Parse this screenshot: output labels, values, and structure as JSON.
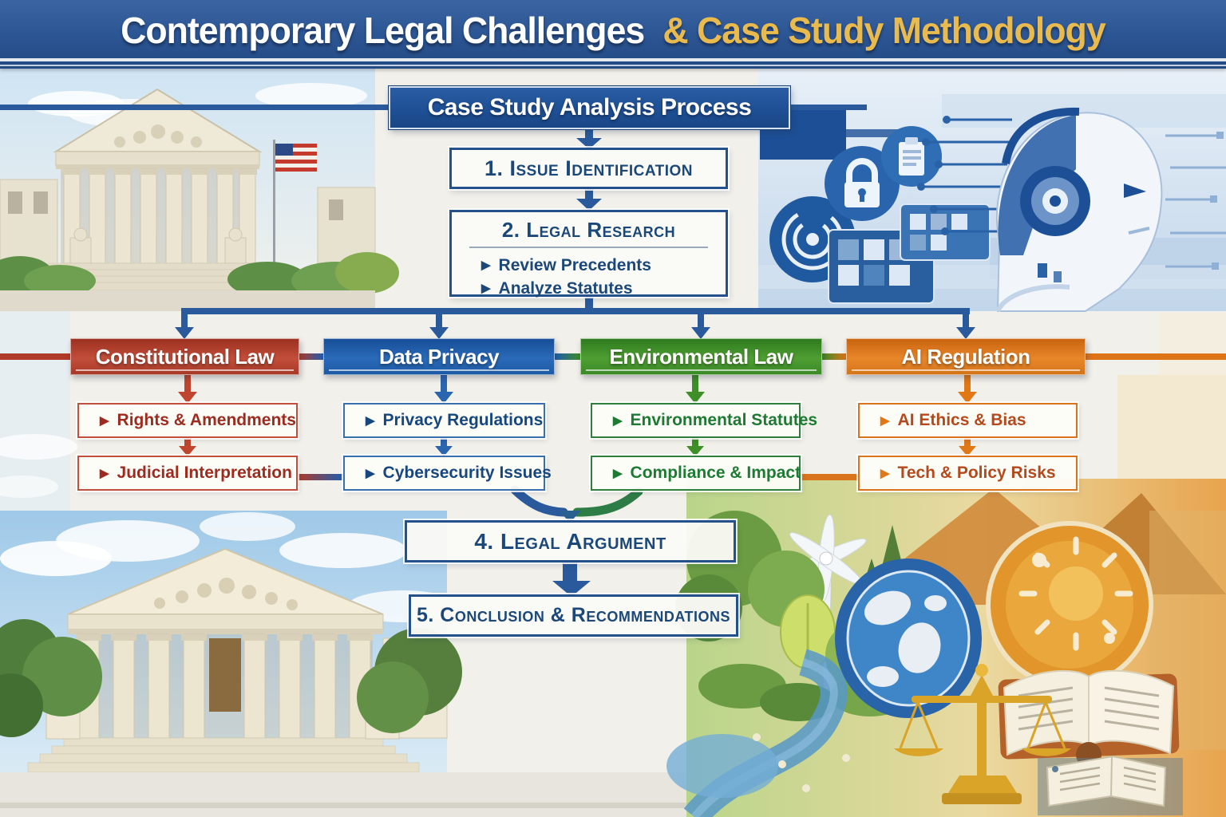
{
  "banner": {
    "title_white": "Contemporary Legal Challenges",
    "title_gold": "& Case Study Methodology"
  },
  "process": {
    "header": "Case Study Analysis Process",
    "step1": "1. Issue Identification",
    "step2_title": "2. Legal Research",
    "step2_bullets": [
      "Review Precedents",
      "Analyze Statutes"
    ],
    "step4": "4. Legal Argument",
    "step5": "5. Conclusion & Recommendations"
  },
  "branches": [
    {
      "label": "Constitutional Law",
      "color": "#b03a2a",
      "text_color": "#9e2b1f",
      "items": [
        "Rights & Amendments",
        "Judicial Interpretation"
      ]
    },
    {
      "label": "Data Privacy",
      "color": "#1f5fae",
      "text_color": "#17477f",
      "items": [
        "Privacy Regulations",
        "Cybersecurity Issues"
      ]
    },
    {
      "label": "Environmental Law",
      "color": "#3e8b26",
      "text_color": "#1d7a33",
      "items": [
        "Environmental Statutes",
        "Compliance & Impact"
      ]
    },
    {
      "label": "AI Regulation",
      "color": "#dd7418",
      "text_color": "#b5491c",
      "items": [
        "AI Ethics & Bias",
        "Tech & Policy Risks"
      ]
    }
  ],
  "glyphs": {
    "bullet": "▶"
  },
  "colors": {
    "banner_blue": "#2b5492",
    "banner_gold": "#e9ba4e",
    "flow_blue": "#2a5a9c",
    "navy_text": "#1b4878",
    "paper": "#f2f0ea"
  },
  "illustrations": [
    "supreme-court-building-top-left",
    "ai-robot-technology-top-right",
    "courthouse-bottom-left",
    "environment-justice-bottom-right"
  ]
}
